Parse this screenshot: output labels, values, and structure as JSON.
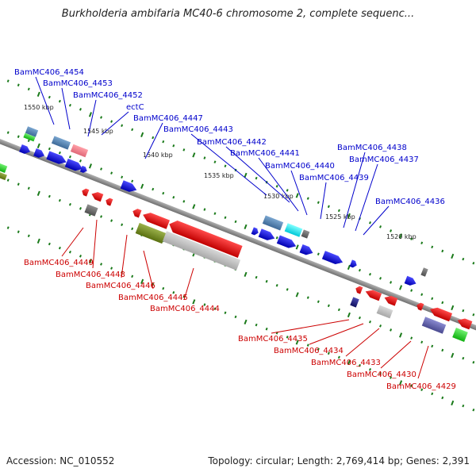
{
  "title": "Burkholderia ambifaria MC40-6 chromosome 2, complete sequenc...",
  "footer": {
    "accession": "Accession: NC_010552",
    "topology": "Topology: circular; Length: 2,769,414 bp; Genes: 2,391"
  },
  "colors": {
    "forward_label": "#0000cc",
    "reverse_label": "#cc0000",
    "forward_gene": "#0000e0",
    "reverse_gene": "#ee0000",
    "backbone": "#888888",
    "tick": "#1a7a1a"
  },
  "scale_labels": [
    "1550 kbp",
    "1545 kbp",
    "1540 kbp",
    "1535 kbp",
    "1530 kbp",
    "1525 kbp",
    "1520 kbp"
  ],
  "forward_labels": [
    "BamMC406_4454",
    "BamMC406_4453",
    "BamMC406_4452",
    "ectC",
    "BamMC406_4447",
    "BamMC406_4443",
    "BamMC406_4442",
    "BamMC406_4441",
    "BamMC406_4440",
    "BamMC406_4439",
    "BamMC406_4438",
    "BamMC406_4437",
    "BamMC406_4436"
  ],
  "reverse_labels": [
    "BamMC406_4449",
    "BamMC406_4448",
    "BamMC406_4446",
    "BamMC406_4445",
    "BamMC406_4444",
    "BamMC406_4435",
    "BamMC406_4434",
    "BamMC406_4433",
    "BamMC406_4430",
    "BamMC406_4429"
  ]
}
